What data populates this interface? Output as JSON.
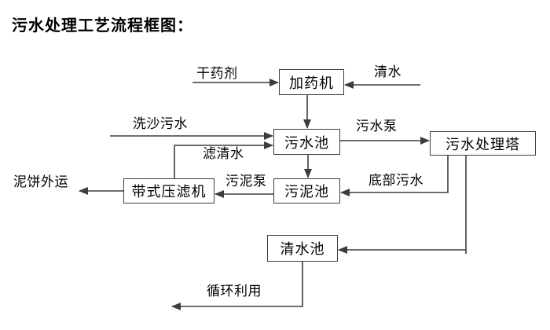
{
  "title": "污水处理工艺流程框图：",
  "nodes": {
    "dosing_machine": "加药机",
    "sewage_pool": "污水池",
    "treatment_tower": "污水处理塔",
    "sludge_pool": "污泥池",
    "belt_filter_press": "带式压滤机",
    "clean_water_pool": "清水池"
  },
  "edge_labels": {
    "dry_chemical": "干药剂",
    "clean_water": "清水",
    "sand_washing_sewage": "洗沙污水",
    "sewage_pump": "污水泵",
    "filtered_water": "滤清水",
    "mud_cake_out": "泥饼外运",
    "sludge_pump": "污泥泵",
    "bottom_sewage": "底部污水",
    "recycle_use": "循环利用"
  },
  "flows": [
    {
      "from": "干药剂",
      "to": "加药机"
    },
    {
      "from": "清水",
      "to": "加药机"
    },
    {
      "from": "加药机",
      "to": "污水池"
    },
    {
      "from": "洗沙污水",
      "to": "污水池"
    },
    {
      "from": "污水池",
      "to": "污水处理塔",
      "via": "污水泵"
    },
    {
      "from": "污水池",
      "to": "污泥池"
    },
    {
      "from": "污水处理塔",
      "to": "污泥池",
      "via": "底部污水"
    },
    {
      "from": "污水处理塔",
      "to": "清水池"
    },
    {
      "from": "污泥池",
      "to": "带式压滤机",
      "via": "污泥泵"
    },
    {
      "from": "带式压滤机",
      "to": "污水池",
      "via": "滤清水"
    },
    {
      "from": "带式压滤机",
      "to": "泥饼外运"
    },
    {
      "from": "清水池",
      "to": "循环利用"
    }
  ],
  "colors": {
    "background": "#ffffff",
    "line": "#3d3d3d",
    "box_border": "#3d3d3d",
    "box_fill": "#ffffff",
    "text": "#000000"
  }
}
